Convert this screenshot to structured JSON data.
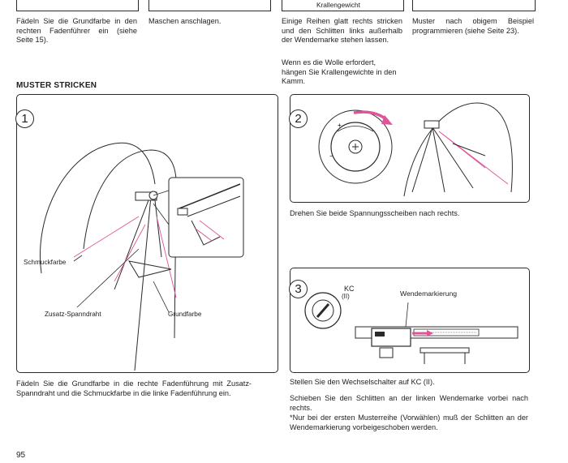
{
  "top": {
    "col1": "Fädeln Sie die Grundfarbe in den rechten Fadenführer ein (siehe Seite 15).",
    "col2": "Maschen anschlagen.",
    "col3_label": "Krallengewicht",
    "col3_text": "Einige Reihen glatt rechts stricken und den Schlitten links außerhalb der Wendemarke stehen lassen.",
    "col3_text2": "Wenn es die Wolle erfordert, hängen Sie Krallengewichte in den Kamm.",
    "col4": "Muster nach obigem Beispiel programmieren (siehe Seite 23)."
  },
  "section_title": "MUSTER STRICKEN",
  "step1": {
    "number": "1",
    "labels": {
      "schmuckfarbe": "Schmuckfarbe",
      "zusatz": "Zusatz-Spanndraht",
      "grundfarbe": "Grundfarbe"
    },
    "caption": "Fädeln Sie die Grundfarbe in die rechte Fadenführung mit Zusatz-Spanndraht und die Schmuckfarbe in die linke Fadenführung ein."
  },
  "step2": {
    "number": "2",
    "caption": "Drehen Sie beide Spannungsscheiben nach rechts."
  },
  "step3": {
    "number": "3",
    "kc_label": "KC",
    "kc_sub": "(II)",
    "wende_label": "Wendemarkierung",
    "caption1": "Stellen Sie den Wechselschalter auf KC (II).",
    "caption2": "Schieben Sie den Schlitten an der linken Wendemarke vorbei nach rechts.",
    "caption3": "*Nur bei der ersten Musterreihe (Vorwählen) muß der Schlitten an der Wendemarkierung vorbeigeschoben werden."
  },
  "page_number": "95",
  "colors": {
    "pink": "#e0559a",
    "ink": "#2a2a2a"
  }
}
